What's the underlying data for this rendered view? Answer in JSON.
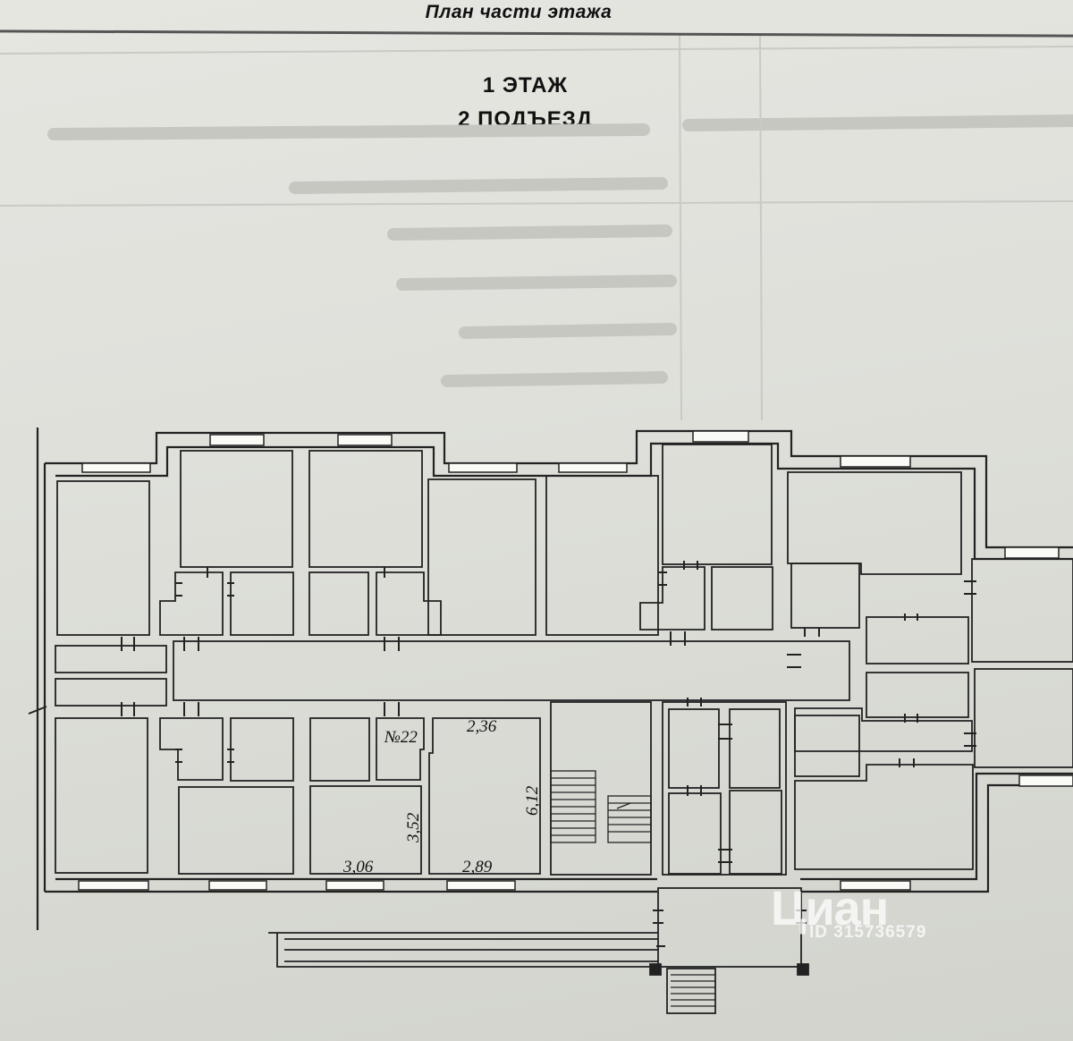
{
  "header": {
    "doc_title": "План части этажа",
    "floor": "1 ЭТАЖ",
    "entrance": "2 ПОДЪЕЗД"
  },
  "plan": {
    "apartment_label": "№22",
    "dimensions": {
      "top_width": "2,36",
      "right_height": "6,12",
      "room_height": "3,52",
      "left_width": "3,06",
      "right_width": "2,89"
    }
  },
  "watermark": {
    "brand": "Циан",
    "listing_id": "ID 315736579"
  },
  "colors": {
    "paper": "#e2e2dc",
    "line": "#222222",
    "watermark": "#ffffff"
  }
}
